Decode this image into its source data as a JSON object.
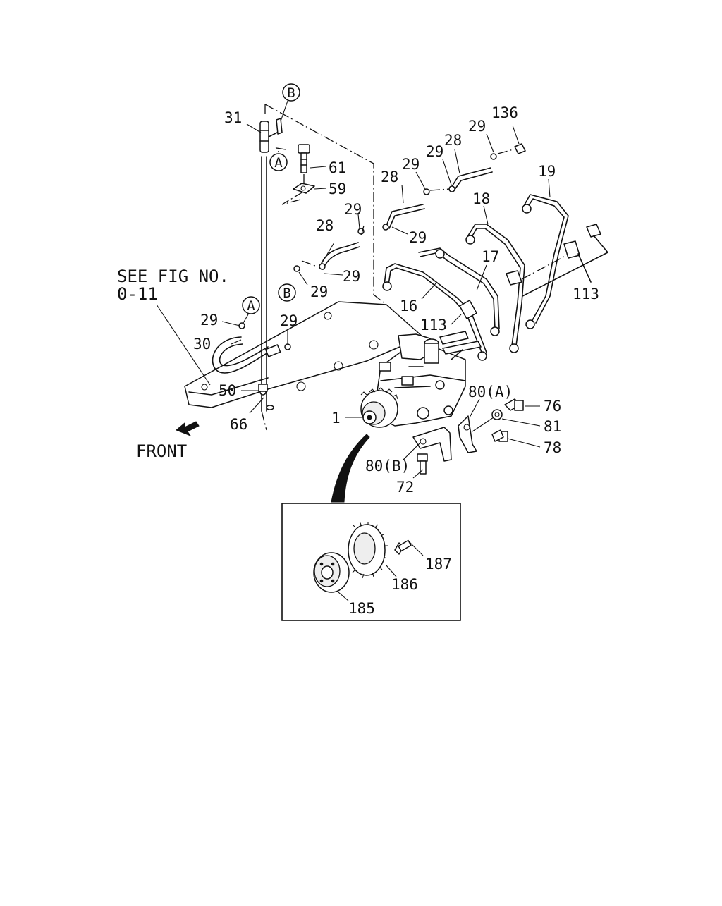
{
  "labels": {
    "see_fig_line1": "SEE FIG NO.",
    "see_fig_line2": "0-11",
    "front": "FRONT",
    "callout_A": "A",
    "callout_B": "B",
    "p1": "1",
    "p16": "16",
    "p17": "17",
    "p18": "18",
    "p19": "19",
    "p28": "28",
    "p29": "29",
    "p30": "30",
    "p31": "31",
    "p50": "50",
    "p59": "59",
    "p61": "61",
    "p66": "66",
    "p72": "72",
    "p76": "76",
    "p78": "78",
    "p80a": "80(A)",
    "p80b": "80(B)",
    "p81": "81",
    "p113": "113",
    "p136": "136",
    "p185": "185",
    "p186": "186",
    "p187": "187"
  },
  "colors": {
    "line": "#111111",
    "background": "#ffffff"
  }
}
